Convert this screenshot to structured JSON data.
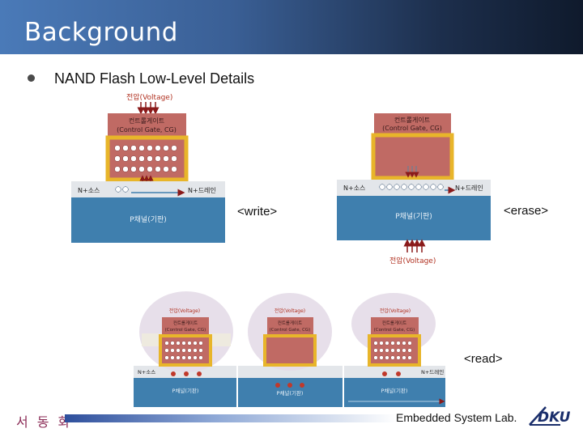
{
  "slide": {
    "title": "Background",
    "subtitle": "NAND Flash Low-Level Details",
    "captions": {
      "write": "<write>",
      "erase": "<erase>",
      "read": "<read>"
    }
  },
  "diagram": {
    "write_cell": {
      "voltage": "전압(Voltage)",
      "gate_line1": "컨트롤게이트",
      "gate_line2": "(Control Gate, CG)",
      "source": "N+소스",
      "drain": "N+드레인",
      "channel": "P채널(기판)"
    },
    "erase_cell": {
      "gate_line1": "컨트롤게이트",
      "gate_line2": "(Control Gate, CG)",
      "source": "N+소스",
      "drain": "N+드레인",
      "channel": "P채널(기판)",
      "voltage": "전압(Voltage)"
    },
    "read_cells": {
      "voltage": "전압(Voltage)",
      "gate_line1": "컨트롤게이트",
      "gate_line2": "(Control Gate, CG)",
      "source": "N+소스",
      "drain": "N+드레인",
      "channel": "P채널(기판)"
    }
  },
  "footer": {
    "left": "서 동 화",
    "right": "Embedded System Lab.",
    "logo": "DKU"
  },
  "colors": {
    "title_gradient_start": "#4a7ab8",
    "title_gradient_end": "#0f1a2c",
    "gate": "#c06a64",
    "floating_gate_border": "#e8b52a",
    "channel": "#3f7fae",
    "source_drain": "#e3e6ea",
    "electron": "#c0392b",
    "arrow": "#8a1a1a"
  }
}
